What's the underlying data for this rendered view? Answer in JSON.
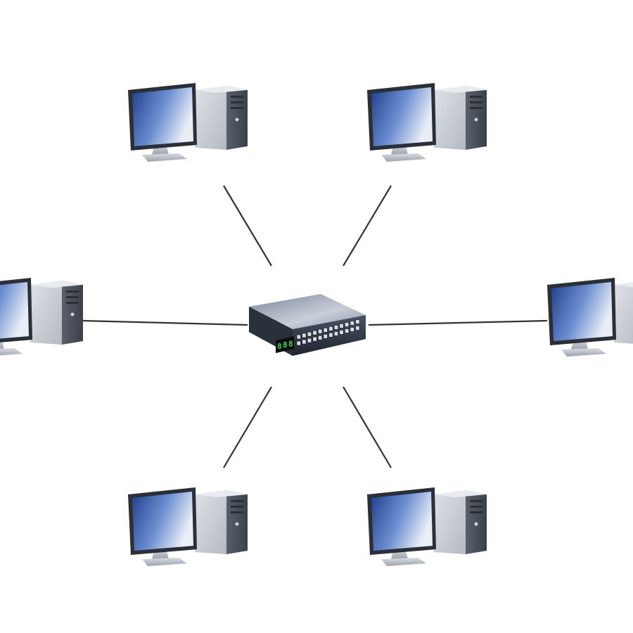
{
  "diagram": {
    "topology": "star",
    "hub": {
      "icon": "network-switch-icon",
      "port_count": 24,
      "display_digits": "888"
    },
    "nodes": [
      {
        "id": "top-left",
        "icon": "desktop-computer-icon"
      },
      {
        "id": "top-right",
        "icon": "desktop-computer-icon"
      },
      {
        "id": "left",
        "icon": "desktop-computer-icon"
      },
      {
        "id": "right",
        "icon": "desktop-computer-icon"
      },
      {
        "id": "bottom-left",
        "icon": "desktop-computer-icon"
      },
      {
        "id": "bottom-right",
        "icon": "desktop-computer-icon"
      }
    ],
    "links": [
      {
        "from": "hub",
        "to": "top-left"
      },
      {
        "from": "hub",
        "to": "top-right"
      },
      {
        "from": "hub",
        "to": "left"
      },
      {
        "from": "hub",
        "to": "right"
      },
      {
        "from": "hub",
        "to": "bottom-left"
      },
      {
        "from": "hub",
        "to": "bottom-right"
      }
    ],
    "colors": {
      "background": "#ffffff",
      "link": "#333333",
      "screen_dark": "#1f3f8e",
      "screen_light": "#e8edf6",
      "bezel": "#2a2f38",
      "tower_light": "#b4b9c2",
      "tower_dark": "#3b4049",
      "switch_body": "#4a5466",
      "display_green": "#3fd24a"
    }
  }
}
